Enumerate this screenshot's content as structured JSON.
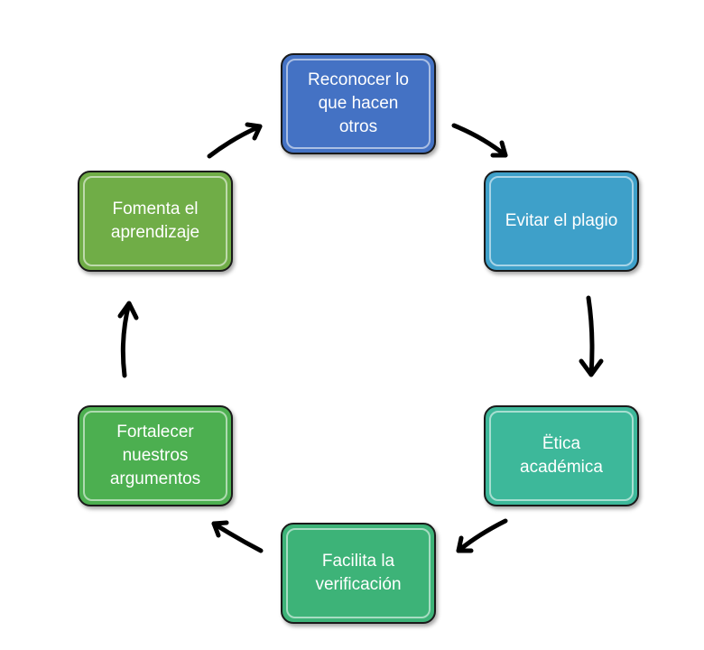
{
  "diagram": {
    "nodes": [
      {
        "id": "reconocer",
        "label": "Reconocer lo\nque hacen\notros",
        "color": "#4472C4"
      },
      {
        "id": "evitar",
        "label": "Evitar el plagio",
        "color": "#3EA0C9"
      },
      {
        "id": "etica",
        "label": "Ëtica\nacadémica",
        "color": "#3DB89A"
      },
      {
        "id": "facilita",
        "label": "Facilita la\nverificación",
        "color": "#3DB378"
      },
      {
        "id": "fortalecer",
        "label": "Fortalecer\nnuestros\nargumentos",
        "color": "#4CAF50"
      },
      {
        "id": "fomenta",
        "label": "Fomenta el\naprendizaje",
        "color": "#70AD47"
      }
    ],
    "edges": [
      {
        "from": "reconocer",
        "to": "evitar"
      },
      {
        "from": "evitar",
        "to": "etica"
      },
      {
        "from": "etica",
        "to": "facilita"
      },
      {
        "from": "facilita",
        "to": "fortalecer"
      },
      {
        "from": "fortalecer",
        "to": "fomenta"
      },
      {
        "from": "fomenta",
        "to": "reconocer"
      }
    ],
    "arrow_color": "#000000"
  }
}
